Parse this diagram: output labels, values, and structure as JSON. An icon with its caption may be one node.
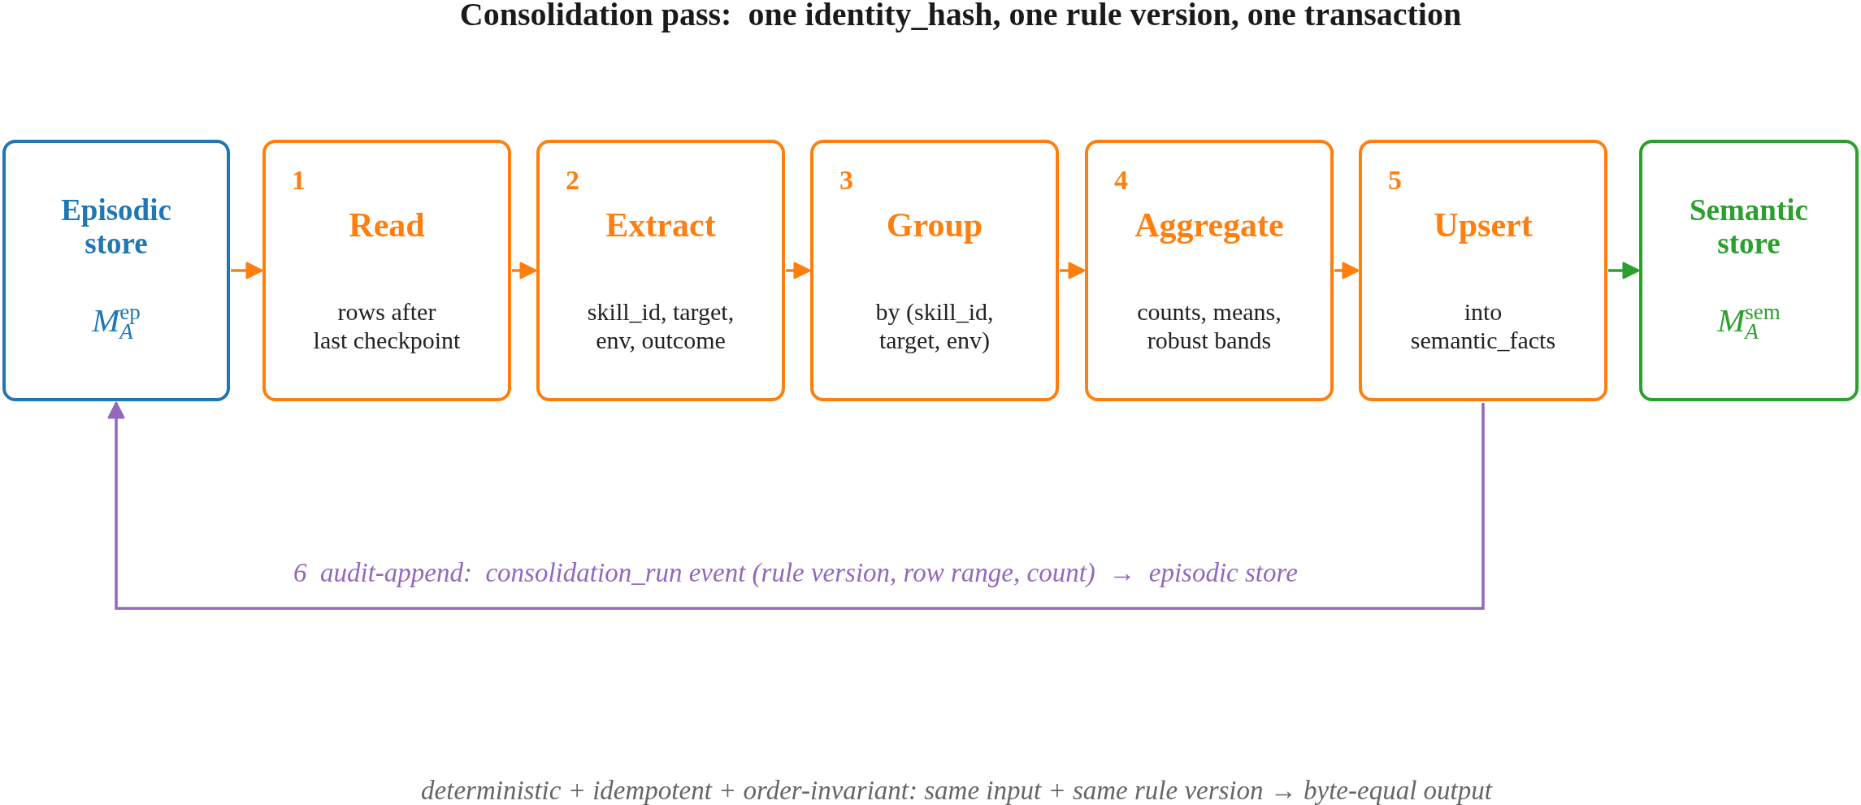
{
  "diagram": {
    "title": "Consolidation pass:  one identity_hash, one rule version, one transaction",
    "caption": "deterministic + idempotent + order-invariant: same input + same rule version → byte-equal output",
    "nodes": [
      {
        "text": [
          "Episodic store",
          "M$_{A}$$^{ep}$"
        ]
      },
      {
        "text": [
          "1",
          "Read",
          "rows after last checkpoint"
        ]
      },
      {
        "text": [
          "2",
          "Extract",
          "skill_id, target, env, outcome"
        ]
      },
      {
        "text": [
          "3",
          "Group",
          "by (skill_id, target, env)"
        ]
      },
      {
        "text": [
          "4",
          "Aggregate",
          "counts, means, robust bands"
        ]
      },
      {
        "text": [
          "5",
          "Upsert",
          "into semantic_facts"
        ]
      },
      {
        "text": [
          "Semantic store",
          "M$_{A}$$^{sem}$"
        ]
      }
    ],
    "edges": [
      {
        "from": 0,
        "to": 1,
        "arrow": "to"
      },
      {
        "from": 1,
        "to": 2,
        "arrow": "to"
      },
      {
        "from": 2,
        "to": 3,
        "arrow": "to"
      },
      {
        "from": 3,
        "to": 4,
        "arrow": "to"
      },
      {
        "from": 4,
        "to": 5,
        "arrow": "to"
      },
      {
        "from": 5,
        "to": 6,
        "arrow": "to",
        "color": "#2ca02c"
      },
      {
        "from": 5,
        "to": 0,
        "arrow": "to",
        "label": "6  audit-append:  consolidation_run event (rule version, row range, count)  →  episodic store",
        "color": "#9467bd"
      }
    ]
  }
}
